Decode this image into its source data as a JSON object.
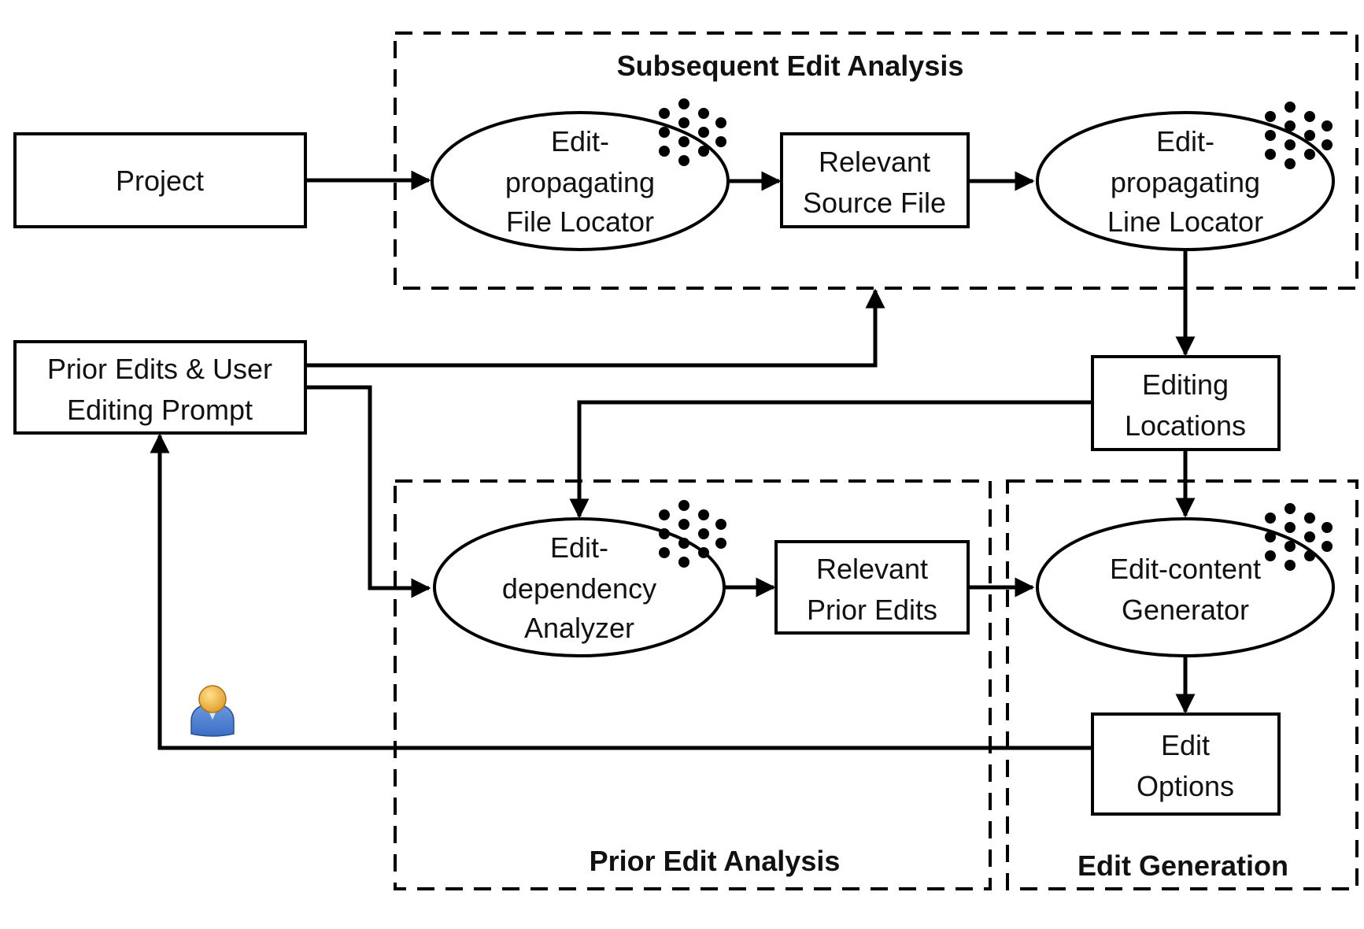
{
  "groups": {
    "subsequent": "Subsequent Edit Analysis",
    "prior": "Prior Edit Analysis",
    "generation": "Edit Generation"
  },
  "nodes": {
    "project": [
      "Project"
    ],
    "prior_edits_prompt": [
      "Prior Edits & User",
      "Editing Prompt"
    ],
    "file_locator": [
      "Edit-",
      "propagating",
      "File Locator"
    ],
    "relevant_source_file": [
      "Relevant",
      "Source File"
    ],
    "line_locator": [
      "Edit-",
      "propagating",
      "Line Locator"
    ],
    "editing_locations": [
      "Editing",
      "Locations"
    ],
    "dependency_analyzer": [
      "Edit-",
      "dependency",
      "Analyzer"
    ],
    "relevant_prior_edits": [
      "Relevant",
      "Prior Edits"
    ],
    "content_generator": [
      "Edit-content",
      "Generator"
    ],
    "edit_options": [
      "Edit",
      "Options"
    ]
  },
  "icons": {
    "model": "neural-network-icon",
    "user": "user-icon"
  },
  "colors": {
    "user_head": "#e0a030",
    "user_body": "#3a6fc4"
  }
}
